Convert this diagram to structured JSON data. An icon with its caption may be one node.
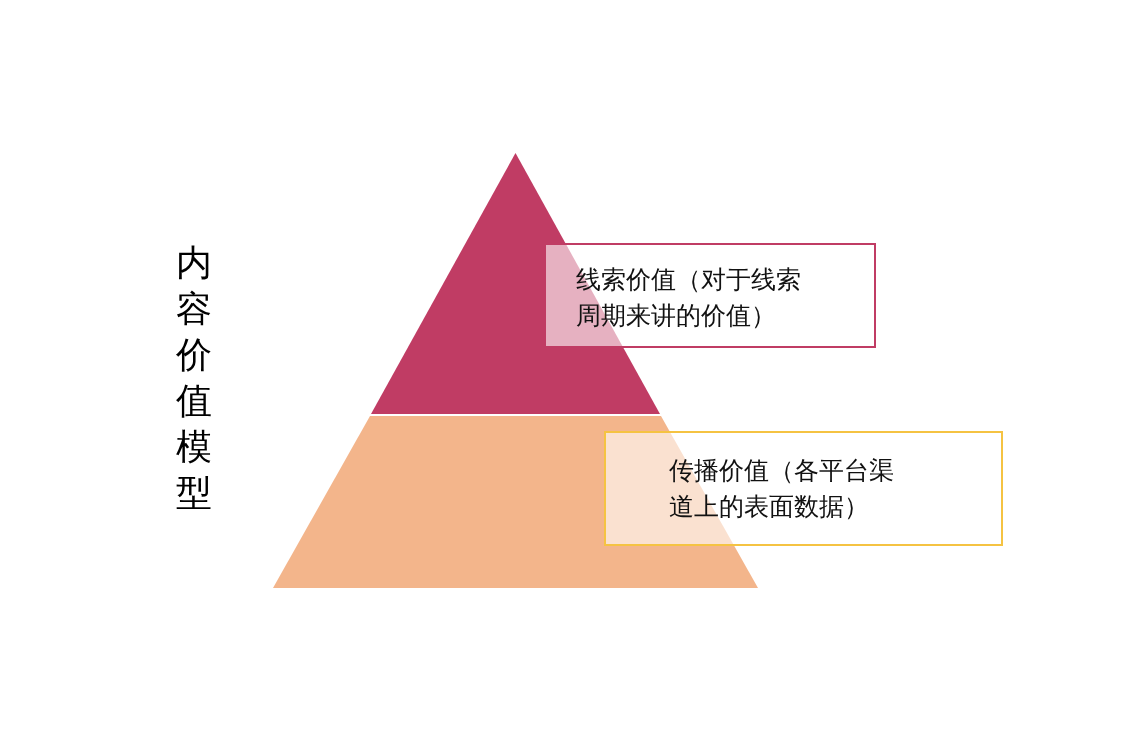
{
  "diagram": {
    "title": "内容价值模型",
    "nodes": [
      {
        "text": [],
        "shape": "triangle"
      },
      {
        "text": [],
        "shape": "trapezoid"
      },
      {
        "text": [
          "线索价值（对于线索周期来讲的价值）"
        ]
      },
      {
        "text": [
          "传播价值（各平台渠道上的表面数据）"
        ]
      }
    ]
  }
}
